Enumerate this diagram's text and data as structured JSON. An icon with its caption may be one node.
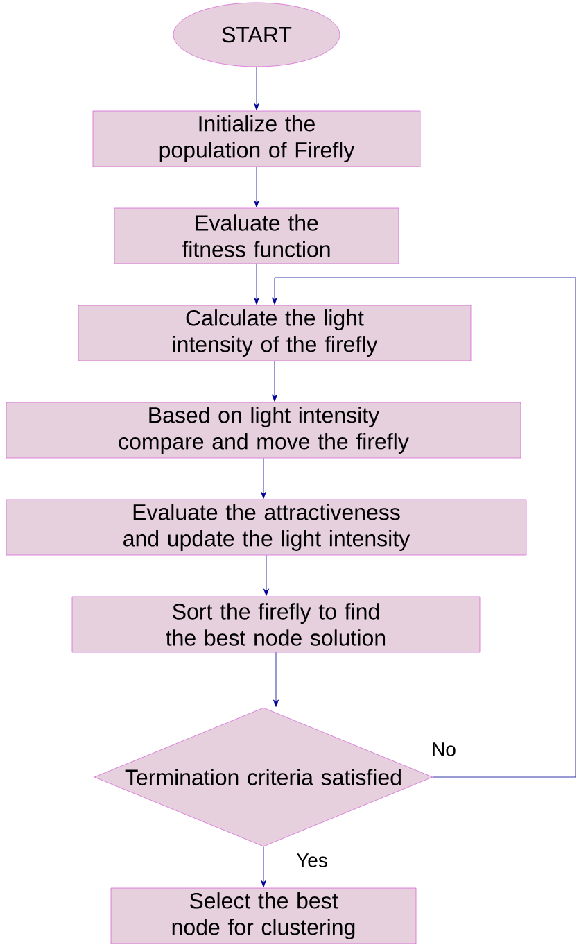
{
  "diagram": {
    "nodes": [
      {
        "text": [
          "START"
        ]
      },
      {
        "text": [
          "Initialize the population of Firefly"
        ]
      },
      {
        "text": [
          "Evaluate the fitness function"
        ]
      },
      {
        "text": [
          "Calculate the light intensity of the firefly"
        ]
      },
      {
        "text": [
          "Based on light intensity compare and move the firefly"
        ]
      },
      {
        "text": [
          "Evaluate the attractiveness and update the light intensity"
        ]
      },
      {
        "text": [
          "Sort the firefly to find the best node solution"
        ]
      },
      {
        "text": [
          "Termination criteria satisfied"
        ]
      },
      {
        "text": [
          "Select the best node for clustering"
        ]
      }
    ],
    "edges": [
      {
        "from": 0,
        "to": 1,
        "arrow": "to"
      },
      {
        "from": 1,
        "to": 2,
        "arrow": "to"
      },
      {
        "from": 2,
        "to": 3,
        "arrow": "to"
      },
      {
        "from": 3,
        "to": 4,
        "arrow": "to"
      },
      {
        "from": 4,
        "to": 5,
        "arrow": "to"
      },
      {
        "from": 5,
        "to": 6,
        "arrow": "to"
      },
      {
        "from": 6,
        "to": 7,
        "arrow": "to"
      },
      {
        "from": 7,
        "to": 8,
        "arrow": "to",
        "label": "Yes"
      },
      {
        "from": 7,
        "to": 3,
        "arrow": "to",
        "label": "No"
      }
    ]
  }
}
